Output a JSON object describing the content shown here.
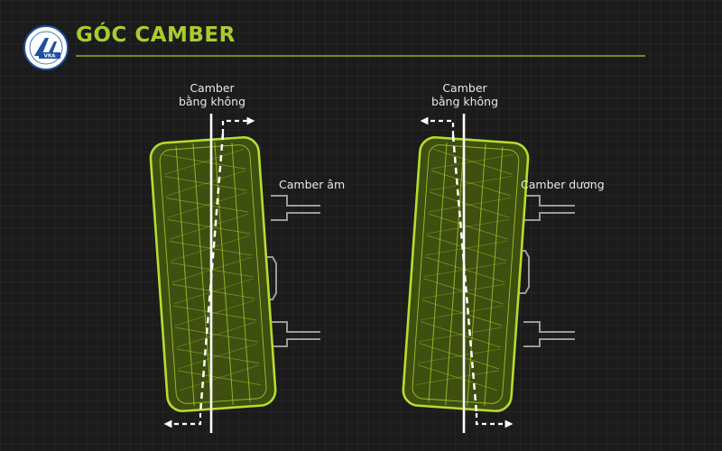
{
  "header": {
    "title": "GÓC CAMBER"
  },
  "wheels": [
    {
      "id": "negative",
      "reference_label_line1": "Camber",
      "reference_label_line2": "bằng không",
      "side_label": "Camber âm"
    },
    {
      "id": "positive",
      "reference_label_line1": "Camber",
      "reference_label_line2": "bằng không",
      "side_label": "Camber dương"
    }
  ],
  "colors": {
    "background": "#1b1b1b",
    "accent": "#a9cc2c",
    "tire_fill": "#3e4f10",
    "tire_line": "#b7dc2e",
    "axle": "#9a9a9a",
    "reference_line": "#ffffff"
  },
  "icons": {
    "logo": "vra-logo-emblem"
  }
}
